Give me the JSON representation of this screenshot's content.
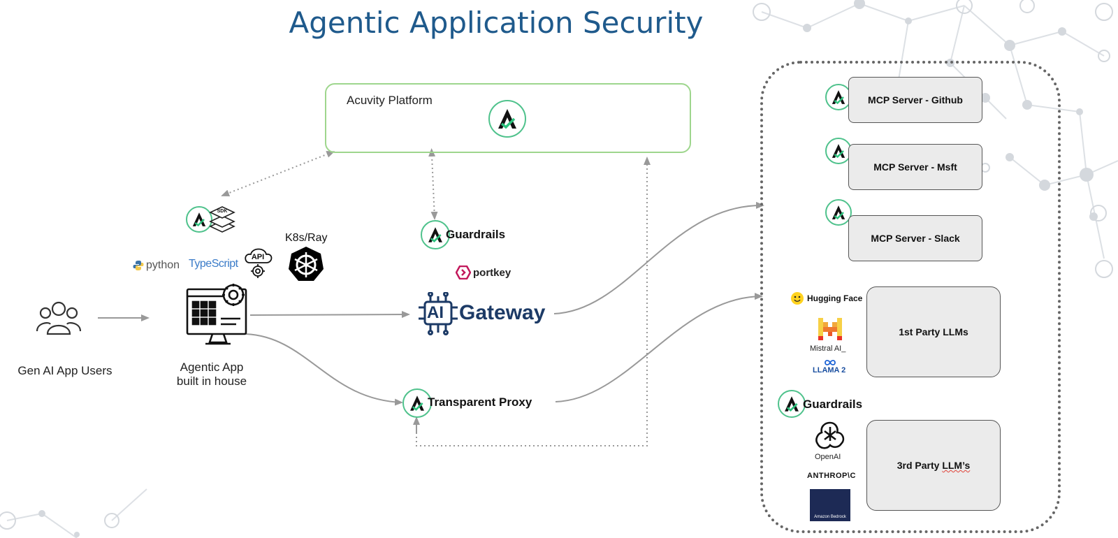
{
  "title": "Agentic Application Security",
  "platform": {
    "label": "Acuvity Platform"
  },
  "users": {
    "label": "Gen AI App Users"
  },
  "app": {
    "label_line1": "Agentic App",
    "label_line2": "built in house"
  },
  "sdk": {
    "badge": "SDK"
  },
  "tech": {
    "python": "python",
    "typescript": "TypeScript",
    "api": "API",
    "k8s": "K8s/Ray"
  },
  "guardrails_center": {
    "label": "Guardrails"
  },
  "gateway": {
    "brand": "portkey",
    "ai": "AI",
    "label": "Gateway"
  },
  "proxy": {
    "label": "Transparent Proxy"
  },
  "mcp_servers": [
    {
      "label": "MCP Server - Github"
    },
    {
      "label": "MCP Server - Msft"
    },
    {
      "label": "MCP Server - Slack"
    }
  ],
  "first_party": {
    "label": "1st Party LLMs",
    "providers": {
      "huggingface": "Hugging Face",
      "mistral": "Mistral AI_",
      "llama": "LLAMA 2"
    }
  },
  "guardrails_right": {
    "label": "Guardrails"
  },
  "third_party": {
    "label_main": "3rd Party",
    "label_llm": "LLM’s",
    "providers": {
      "openai": "OpenAI",
      "anthropic": "ANTHROP\\C",
      "bedrock": "Amazon Bedrock"
    }
  },
  "colors": {
    "title": "#1f5a8c",
    "platform_border": "#9ed68d",
    "logo_ring": "#4fc28c",
    "gateway": "#1c3a66"
  }
}
